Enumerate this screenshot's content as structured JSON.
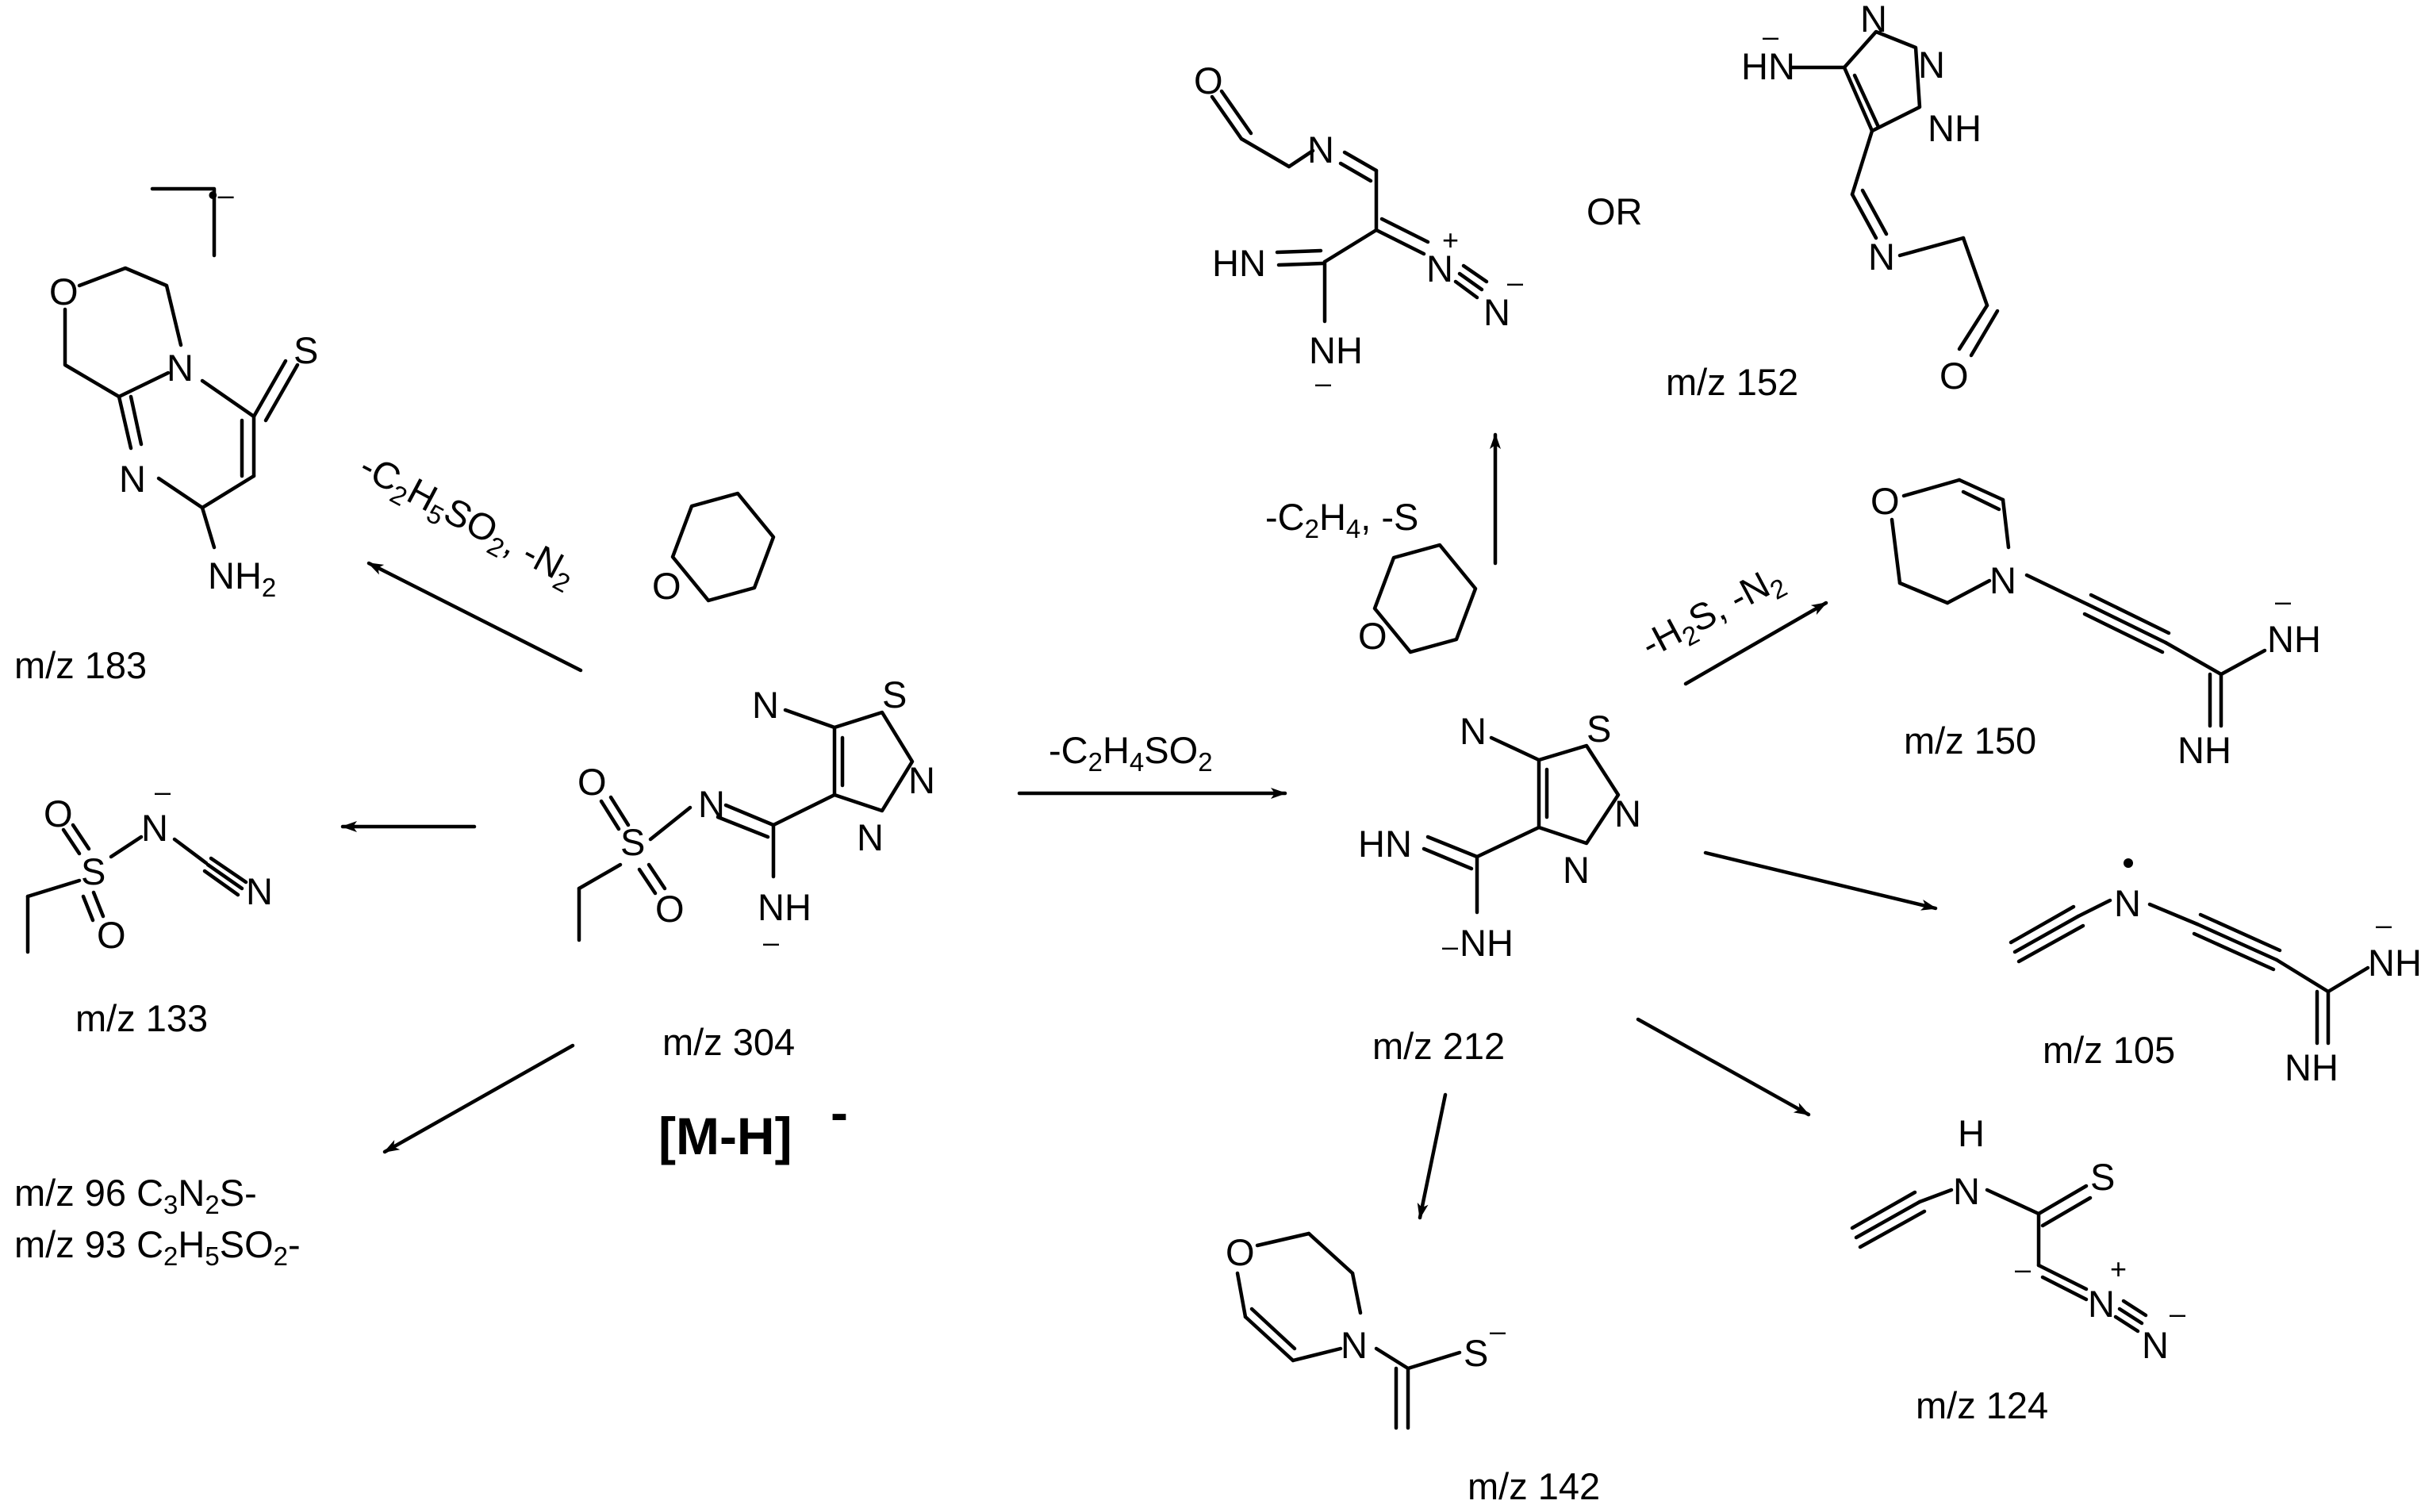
{
  "colors": {
    "ink": "#000000",
    "background": "#ffffff"
  },
  "parent": {
    "label": "m/z 304",
    "ion": "[M-H]",
    "ion_charge": "-"
  },
  "arrows": {
    "to_183": {
      "parts": [
        "-C",
        "2",
        "H",
        "5",
        "SO",
        "2",
        ", -N",
        "2"
      ]
    },
    "to_212": {
      "parts": [
        "-C",
        "2",
        "H",
        "4",
        "SO",
        "2"
      ]
    },
    "to_152": {
      "parts": [
        "-C",
        "2",
        "H",
        "4",
        ", -S"
      ]
    },
    "to_150": {
      "parts": [
        "-H",
        "2",
        "S, -N",
        "2"
      ]
    }
  },
  "fragments": {
    "f183": {
      "label": "m/z 183",
      "radical_anion": "•–"
    },
    "f133": {
      "label": "m/z 133"
    },
    "f96": {
      "parts": [
        "m/z 96 C",
        "3",
        "N",
        "2",
        "S-"
      ]
    },
    "f93": {
      "parts": [
        "m/z 93 C",
        "2",
        "H",
        "5",
        "SO",
        "2",
        "-"
      ]
    },
    "f212": {
      "label": "m/z 212"
    },
    "f152": {
      "label": "m/z 152",
      "or": "OR"
    },
    "f150": {
      "label": "m/z 150"
    },
    "f105": {
      "label": "m/z 105"
    },
    "f124": {
      "label": "m/z 124"
    },
    "f142": {
      "label": "m/z 142"
    }
  },
  "atoms": {
    "O": "O",
    "N": "N",
    "S": "S",
    "HN": "HN",
    "NH": "NH",
    "H": "H",
    "NH2": [
      "NH",
      "2"
    ],
    "minus": "–",
    "plus": "+"
  }
}
